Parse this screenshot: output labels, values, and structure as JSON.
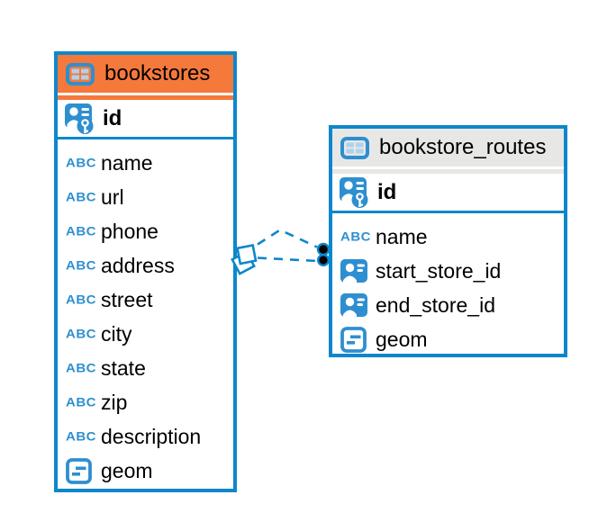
{
  "colors": {
    "accent_blue": "#0d87cb",
    "icon_blue": "#2e8fd0",
    "icon_cell_blue": "#aed2eb",
    "header_orange": "#f5793b",
    "header_gray": "#e7e7e6",
    "text": "#000000",
    "canvas_bg": "#ffffff",
    "endpoint_dot_fill": "#000000"
  },
  "tables": [
    {
      "id": "bookstores",
      "title": "bookstores",
      "header_icon": "table-icon",
      "header_style": "orange",
      "primary_key": {
        "name": "id",
        "icon": "primary-key-icon"
      },
      "fields": [
        {
          "name": "name",
          "icon": "text-type-icon"
        },
        {
          "name": "url",
          "icon": "text-type-icon"
        },
        {
          "name": "phone",
          "icon": "text-type-icon"
        },
        {
          "name": "address",
          "icon": "text-type-icon"
        },
        {
          "name": "street",
          "icon": "text-type-icon"
        },
        {
          "name": "city",
          "icon": "text-type-icon"
        },
        {
          "name": "state",
          "icon": "text-type-icon"
        },
        {
          "name": "zip",
          "icon": "text-type-icon"
        },
        {
          "name": "description",
          "icon": "text-type-icon"
        },
        {
          "name": "geom",
          "icon": "geometry-type-icon"
        }
      ]
    },
    {
      "id": "bookstore_routes",
      "title": "bookstore_routes",
      "header_icon": "table-icon",
      "header_style": "gray",
      "primary_key": {
        "name": "id",
        "icon": "primary-key-icon"
      },
      "fields": [
        {
          "name": "name",
          "icon": "text-type-icon"
        },
        {
          "name": "start_store_id",
          "icon": "foreign-key-icon"
        },
        {
          "name": "end_store_id",
          "icon": "foreign-key-icon"
        },
        {
          "name": "geom",
          "icon": "geometry-type-icon"
        }
      ]
    }
  ],
  "relationships": [
    {
      "from_table": "bookstore_routes",
      "from_field": "start_store_id",
      "to_table": "bookstores",
      "to_field": "id",
      "line_style": "dashed",
      "from_symbol": "dot",
      "to_symbol": "diamond"
    },
    {
      "from_table": "bookstore_routes",
      "from_field": "end_store_id",
      "to_table": "bookstores",
      "to_field": "id",
      "line_style": "dashed",
      "from_symbol": "dot",
      "to_symbol": "diamond"
    }
  ]
}
